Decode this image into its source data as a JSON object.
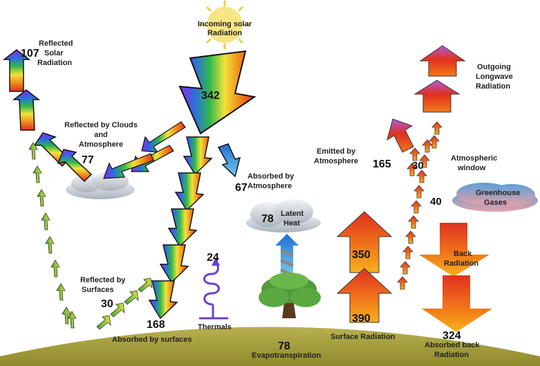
{
  "labels": {
    "incoming_solar": [
      "Incoming solar",
      "Radiation"
    ],
    "reflected_solar": [
      "Reflected",
      "Solar",
      "Radiation"
    ],
    "reflected_clouds": [
      "Reflected by Clouds",
      "and",
      "Atmosphere"
    ],
    "absorbed_atmosphere": [
      "Absorbed by",
      "Atmosphere"
    ],
    "reflected_surfaces": [
      "Reflected by",
      "Surfaces"
    ],
    "absorbed_surfaces": "Absorbed by surfaces",
    "thermals": "Thermals",
    "latent_heat": [
      "Latent",
      "Heat"
    ],
    "evapotranspiration": "Evapotranspiration",
    "surface_radiation": "Surface Radiation",
    "emitted_atmosphere": [
      "Emitted by",
      "Atmosphere"
    ],
    "atmospheric_window": [
      "Atmospheric",
      "window"
    ],
    "outgoing_longwave": [
      "Outgoing",
      "Longwave",
      "Radiation"
    ],
    "greenhouse_gases": [
      "Greenhouse",
      "Gases"
    ],
    "back_radiation": [
      "Back",
      "Radiation"
    ],
    "absorbed_back": [
      "Absorbed back",
      "Radiation"
    ]
  },
  "values": {
    "incoming": "342",
    "reflected_solar": "107",
    "reflected_clouds": "77",
    "absorbed_atmosphere": "67",
    "reflected_surfaces": "30",
    "absorbed_surfaces": "168",
    "thermals": "24",
    "latent_heat": "78",
    "evapotranspiration": "78",
    "surface_radiation": "390",
    "emitted_atmosphere": "165",
    "window": "30",
    "greenhouse": "40",
    "back_radiation": "350",
    "absorbed_back": "324"
  }
}
